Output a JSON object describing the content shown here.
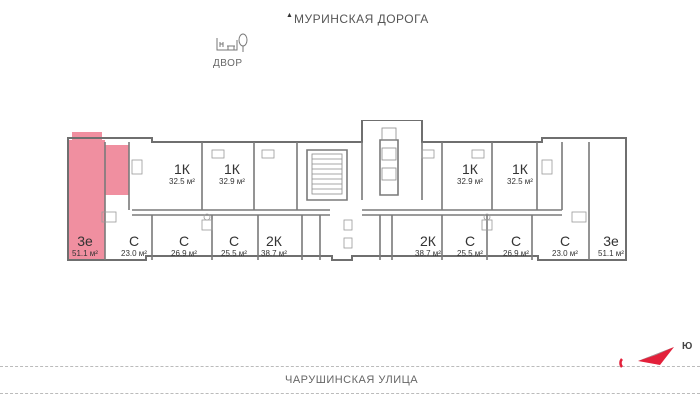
{
  "header": {
    "street_top": "МУРИНСКАЯ ДОРОГА",
    "yard_label": "ДВОР"
  },
  "footer": {
    "street_bottom": "ЧАРУШИНСКАЯ УЛИЦА",
    "compass_label": "Ю"
  },
  "colors": {
    "selected_fill": "#f08fa0",
    "wall": "#6f6f6f",
    "compass_red": "#e3203a"
  },
  "apartments": {
    "a1": {
      "type": "3е",
      "area": "51.1 м²",
      "selected": true
    },
    "a2": {
      "type": "С",
      "area": "23.0 м²"
    },
    "a3": {
      "type": "1К",
      "area": "32.5 м²"
    },
    "a4": {
      "type": "1К",
      "area": "32.9 м²"
    },
    "a5": {
      "type": "С",
      "area": "26.9 м²"
    },
    "a6": {
      "type": "С",
      "area": "25.5 м²"
    },
    "a7": {
      "type": "2К",
      "area": "38.7 м²"
    },
    "a8": {
      "type": "2К",
      "area": "38.7 м²"
    },
    "a9": {
      "type": "1К",
      "area": "32.9 м²"
    },
    "a10": {
      "type": "1К",
      "area": "32.5 м²"
    },
    "a11": {
      "type": "С",
      "area": "25.5 м²"
    },
    "a12": {
      "type": "С",
      "area": "26.9 м²"
    },
    "a13": {
      "type": "С",
      "area": "23.0 м²"
    },
    "a14": {
      "type": "3е",
      "area": "51.1 м²"
    }
  }
}
